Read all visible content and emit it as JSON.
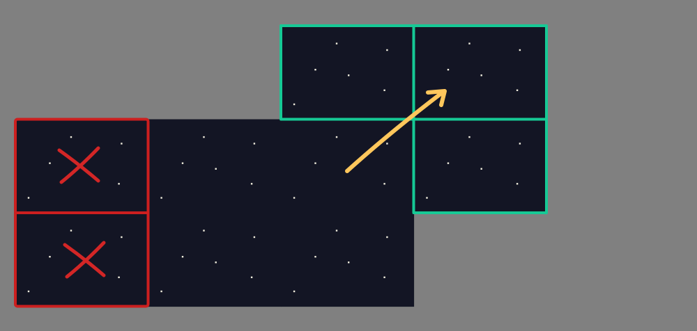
{
  "colors": {
    "background": "#808080",
    "tile": "#131524",
    "star": "#f1eede",
    "removed_outline": "#cc1f1f",
    "removed_mark": "#d32626",
    "added_outline": "#16c995",
    "arrow": "#ffc75c"
  },
  "tiles": [
    {
      "row": 0,
      "col": 2,
      "state": "moved-from"
    },
    {
      "row": 0,
      "col": 3,
      "state": "added"
    },
    {
      "row": 1,
      "col": 0,
      "state": "removed"
    },
    {
      "row": 1,
      "col": 1,
      "state": "normal"
    },
    {
      "row": 1,
      "col": 2,
      "state": "moved-from"
    },
    {
      "row": 1,
      "col": 3,
      "state": "added"
    },
    {
      "row": 2,
      "col": 0,
      "state": "removed"
    },
    {
      "row": 2,
      "col": 1,
      "state": "normal"
    },
    {
      "row": 2,
      "col": 2,
      "state": "normal"
    }
  ],
  "icons": {
    "removed_marker": "x-mark-icon",
    "shift_arrow": "arrow-up-right-icon"
  }
}
